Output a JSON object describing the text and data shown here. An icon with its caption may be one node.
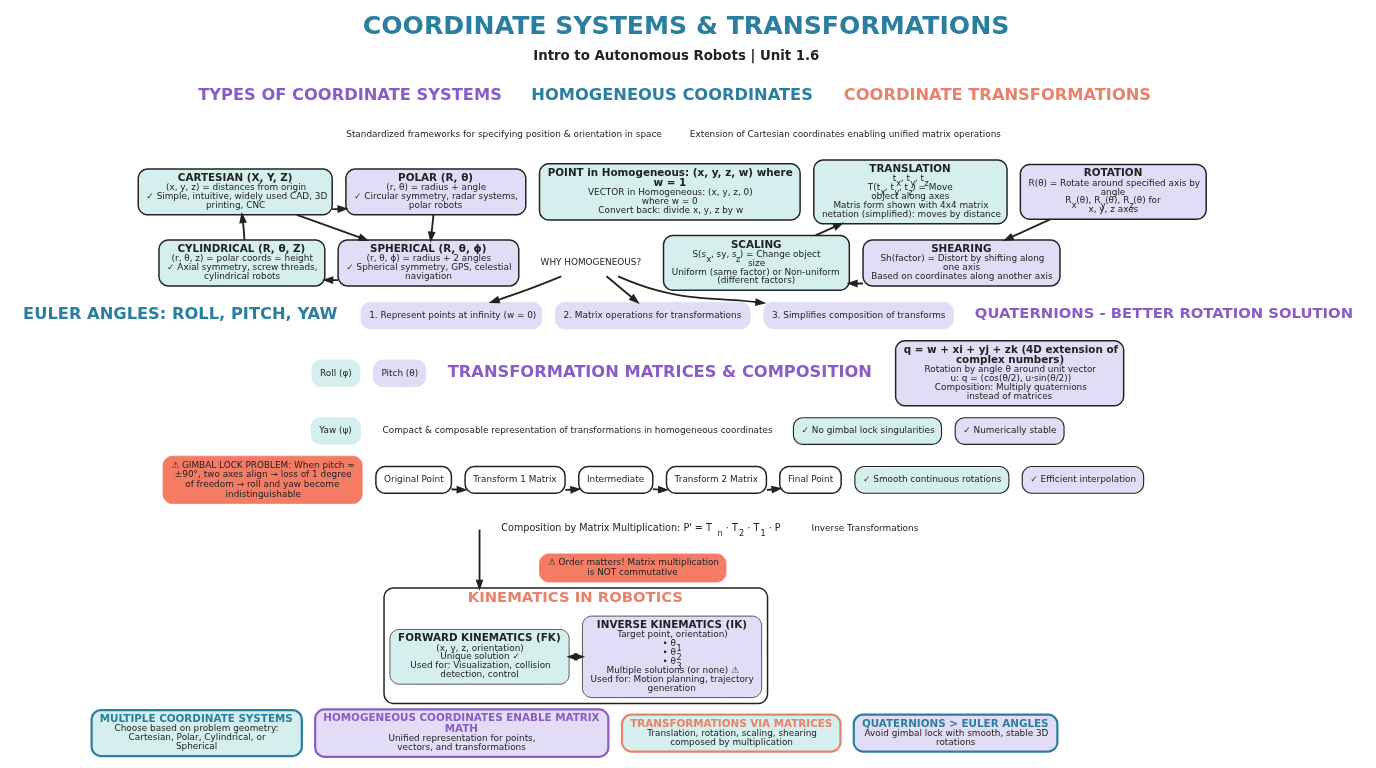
{
  "diagram": {
    "title": "COORDINATE SYSTEMS & TRANSFORMATIONS",
    "nodes": [
      {
        "text": [
          "CARTESIAN (X, Y, Z)",
          "(x, y, z) = distances from origin",
          "✓ Simple, intuitive, widely used CAD, 3D printing, CNC"
        ]
      },
      {
        "text": [
          "POLAR (R, θ)",
          "(r, θ) = radius + angle",
          "✓ Circular symmetry, radar systems, polar robots"
        ]
      },
      {
        "text": [
          "CYLINDRICAL (R, θ, Z)",
          "(r, θ, z) = polar coords = height",
          "✓ Axial symmetry, screw threads, cylindrical robots"
        ]
      },
      {
        "text": [
          "SPHERICAL (R, θ, ϕ)",
          "(r, θ, ϕ) = radius + 2 angles",
          "✓ Spherical symmetry, GPS, celestial navigation"
        ]
      },
      {
        "text": [
          "POINT in Homogeneous: (x, y, z, w) where w = 1",
          "VECTOR in Homogeneous: (x, y, z, 0) where w = 0",
          "Convert back: divide x, y, z by w"
        ]
      },
      {
        "text": [
          "WHY HOMOGENEOUS?"
        ]
      },
      {
        "text": [
          "1. Represent points at infinity (w = 0)"
        ]
      },
      {
        "text": [
          "2. Matrix operations for transformations"
        ]
      },
      {
        "text": [
          "3. Simplifies composition of transforms"
        ]
      },
      {
        "text": [
          "Original Point"
        ]
      },
      {
        "text": [
          "Transform 1 Matrix"
        ]
      },
      {
        "text": [
          "Intermediate"
        ]
      },
      {
        "text": [
          "Transform 2 Matrix"
        ]
      },
      {
        "text": [
          "Final Point"
        ]
      },
      {
        "text": [
          "⚠ Order matters! Matrix multiplication is NOT commutative"
        ]
      },
      {
        "text": [
          "KINEMATICS IN ROBOTICS"
        ]
      },
      {
        "text": [
          "FORWARD KINEMATICS (FK)",
          "(x, y, z, orientation)",
          "Unique solution ✓",
          "Used for: Visualization, collision detection, control"
        ],
        "in": 15
      },
      {
        "text": [
          "INVERSE KINEMATICS (IK)",
          "Target point, orientation)",
          "• θ$_{1}$",
          "• θ$_{2}$",
          "• θ$_{3}$",
          "Multiple solutions (or none) ⚠",
          "Used for: Motion planning, trajectory generation"
        ],
        "in": 15
      },
      {
        "text": [
          "TRANSLATION",
          "t$_{x}$, t$_{y}$, t$_{z}$",
          "T(t$_{x}$, t$_{y}$, t$_{z}$) = Move object along axes",
          "Matris form shown with 4x4 matrix netation (simplified): moves by distance"
        ]
      },
      {
        "text": [
          "ROTATION",
          "R(θ) = Rotate around specified axis by angle",
          "R$_{x}$(θ), R$_{y}$(θ), R$_{z}$(θ) for x, y, z axes"
        ]
      },
      {
        "text": [
          "SCALING",
          "S(s$_{x}$, sy, s$_{z}$) = Change object size",
          "Uniform (same factor) or Non-uniform (different factors)"
        ]
      },
      {
        "text": [
          "SHEARING",
          "Sh(factor) = Distort by shifting along one axis",
          "Based on coordinates along another axis"
        ]
      },
      {
        "text": [
          "q = w + xi + yj + zk (4D extension of complex numbers)",
          "Rotation by angle θ around unit vector u: q = (cos(θ/2), u·sin(θ/2))",
          "Composition: Multiply quaternions instead of matrices"
        ]
      },
      {
        "text": [
          "✓ No gimbal lock singularities"
        ]
      },
      {
        "text": [
          "✓ Numerically stable"
        ]
      },
      {
        "text": [
          "✓ Smooth continuous rotations"
        ]
      },
      {
        "text": [
          "✓ Efficient interpolation"
        ]
      },
      {
        "text": [
          "Roll (φ)"
        ]
      },
      {
        "text": [
          "Pitch (θ)"
        ]
      },
      {
        "text": [
          "Yaw (ψ)"
        ]
      },
      {
        "text": [
          "⚠ GIMBAL LOCK PROBLEM: When pitch ≈ ±90°, two axes align → loss of 1 degree of freedom → roll and yaw become indistinguishable"
        ]
      },
      {
        "text": [
          "MULTIPLE COORDINATE SYSTEMS",
          "Choose based on problem geometry: Cartesian, Polar, Cylindrical, or Spherical"
        ]
      },
      {
        "text": [
          "HOMOGENEOUS COORDINATES ENABLE MATRIX MATH",
          "Unified representation for points, vectors, and transformations"
        ]
      },
      {
        "text": [
          "TRANSFORMATIONS VIA MATRICES",
          "Translation, rotation, scaling, shearing composed by multiplication"
        ]
      },
      {
        "text": [
          "QUATERNIONS > EULER ANGLES",
          "Avoid gimbal lock with smooth, stable 3D rotations"
        ]
      }
    ],
    "edges": [
      {
        "from": 0,
        "to": 1,
        "arrow": "to"
      },
      {
        "from": 0,
        "to": 3,
        "arrow": "to"
      },
      {
        "from": 1,
        "to": 3,
        "arrow": "to"
      },
      {
        "from": 3,
        "to": 2,
        "arrow": "to"
      },
      {
        "from": 2,
        "to": 0,
        "arrow": "to"
      },
      {
        "from": 5,
        "to": 6,
        "arrow": "to"
      },
      {
        "from": 5,
        "to": 7,
        "arrow": "to"
      },
      {
        "from": 5,
        "to": 8,
        "arrow": "to"
      },
      {
        "from": 9,
        "to": 10,
        "arrow": "to"
      },
      {
        "from": 10,
        "to": 11,
        "arrow": "to"
      },
      {
        "from": 11,
        "to": 12,
        "arrow": "to"
      },
      {
        "from": 12,
        "to": 13,
        "arrow": "to"
      },
      {
        "from": 16,
        "to": 17,
        "arrow": "both"
      },
      {
        "from": 19,
        "to": 21,
        "arrow": "to"
      },
      {
        "from": 21,
        "to": 20,
        "arrow": "to"
      },
      {
        "from": 20,
        "to": 18,
        "arrow": "to"
      },
      {
        "from": null,
        "to": 15,
        "arrow": "to"
      }
    ],
    "labels": [
      "Intro to Autonomous Robots | Unit 1.6",
      "TYPES OF COORDINATE SYSTEMS",
      "Standardized frameworks for specifying position & orientation in space",
      "HOMOGENEOUS COORDINATES",
      "Extension of Cartesian coordinates enabling unified matrix operations",
      "COORDINATE TRANSFORMATIONS",
      "TRANSFORMATION MATRICES & COMPOSITION",
      "Compact & composable representation of transformations in homogeneous coordinates",
      "EULER ANGLES: ROLL, PITCH, YAW",
      "Composition by Matrix Multiplication: P' = T$_{n}$ · T$_{2}$ · T$_{1}$ · P",
      "QUATERNIONS - BETTER ROTATION SOLUTION",
      "Inverse Transformations"
    ]
  }
}
